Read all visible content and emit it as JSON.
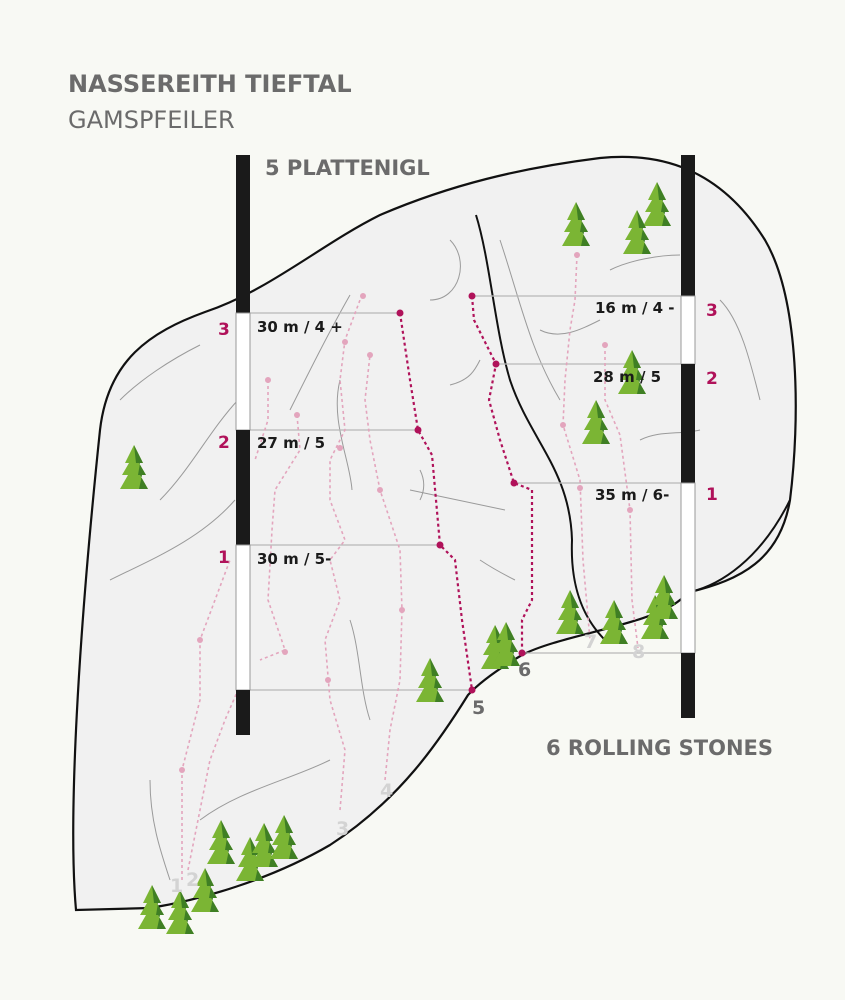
{
  "header": {
    "title": "NASSEREITH TIEFTAL",
    "subtitle": "GAMSPFEILER"
  },
  "sectors": [
    {
      "name": "5 PLATTENIGL",
      "pitches": [
        {
          "number": "3",
          "label": "30 m / 4 +"
        },
        {
          "number": "2",
          "label": "27 m / 5"
        },
        {
          "number": "1",
          "label": "30 m / 5-"
        }
      ]
    },
    {
      "name": "6 ROLLING STONES",
      "pitches": [
        {
          "number": "3",
          "label": "16 m / 4 -"
        },
        {
          "number": "2",
          "label": "28 m / 5"
        },
        {
          "number": "1",
          "label": "35 m / 6-"
        }
      ]
    }
  ],
  "routes": [
    "1",
    "2",
    "3",
    "4",
    "5",
    "6",
    "7",
    "8"
  ],
  "colors": {
    "highlight": "#b0125a",
    "faded": "#e3a5bd",
    "tree": "#6aa22e",
    "background": "#f8f9f4"
  }
}
